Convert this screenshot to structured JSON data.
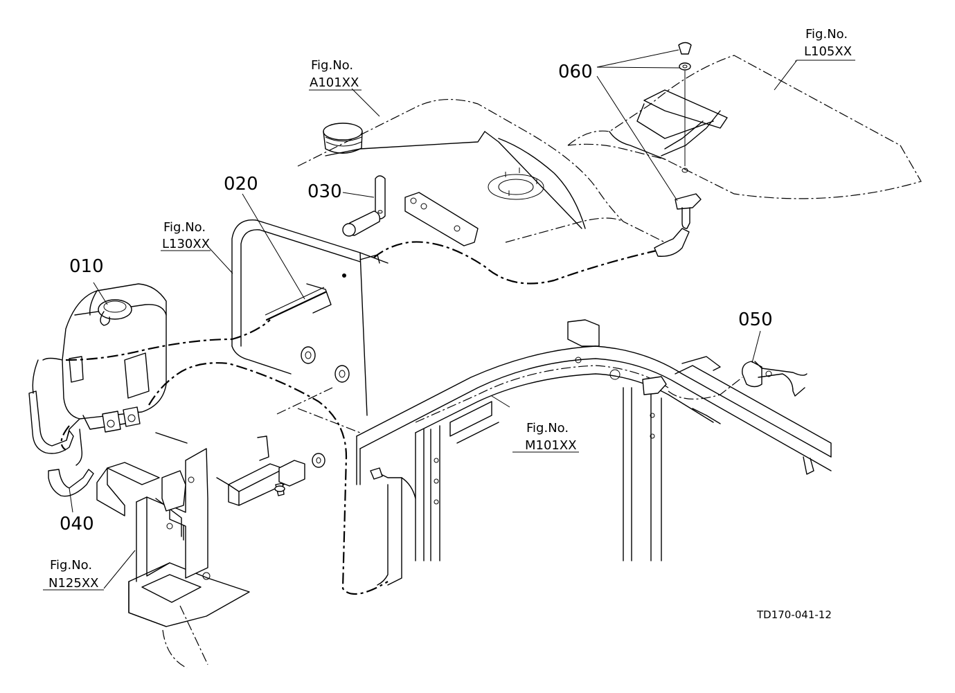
{
  "drawing_id": "TD170-041-12",
  "part_numbers": {
    "p010": "010",
    "p020": "020",
    "p030": "030",
    "p040": "040",
    "p050": "050",
    "p060": "060"
  },
  "figure_refs": {
    "a101": {
      "label": "Fig.No.",
      "code": "A101XX"
    },
    "l105": {
      "label": "Fig.No.",
      "code": "L105XX"
    },
    "l130": {
      "label": "Fig.No.",
      "code": "L130XX"
    },
    "m101": {
      "label": "Fig.No.",
      "code": "M101XX"
    },
    "n125": {
      "label": "Fig.No.",
      "code": "N125XX"
    }
  }
}
